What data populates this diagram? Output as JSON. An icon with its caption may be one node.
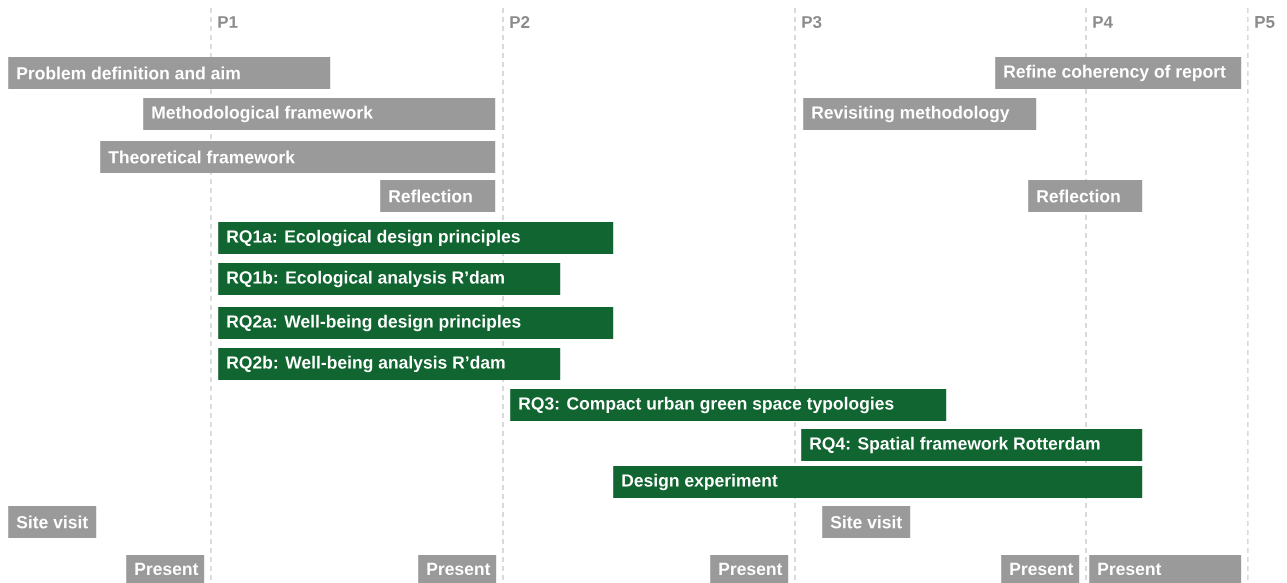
{
  "diagram": {
    "nodes": [
      {
        "text": [
          "Problem definition and aim"
        ]
      },
      {
        "text": [
          "Refine coherency of report"
        ]
      },
      {
        "text": [
          "Methodological framework"
        ]
      },
      {
        "text": [
          "Revisiting methodology"
        ]
      },
      {
        "text": [
          "Theoretical framework"
        ]
      },
      {
        "text": [
          "Reflection"
        ]
      },
      {
        "text": [
          "Reflection"
        ]
      },
      {
        "text": [
          "RQ1a: Ecological design principles"
        ]
      },
      {
        "text": [
          "RQ1b: Ecological analysis R’dam"
        ]
      },
      {
        "text": [
          "RQ2a: Well-being design principles"
        ]
      },
      {
        "text": [
          "RQ2b: Well-being analysis R’dam"
        ]
      },
      {
        "text": [
          "RQ3: Compact urban green space typologies"
        ]
      },
      {
        "text": [
          "RQ4: Spatial framework Rotterdam"
        ]
      },
      {
        "text": [
          "Design experiment"
        ]
      },
      {
        "text": [
          "Site visit"
        ]
      },
      {
        "text": [
          "Site visit"
        ]
      },
      {
        "text": [
          "Present"
        ]
      },
      {
        "text": [
          "Present"
        ]
      },
      {
        "text": [
          "Present"
        ]
      },
      {
        "text": [
          "Present"
        ]
      },
      {
        "text": [
          "Present"
        ]
      }
    ],
    "labels": [
      "P1",
      "P2",
      "P3",
      "P4",
      "P5"
    ]
  }
}
